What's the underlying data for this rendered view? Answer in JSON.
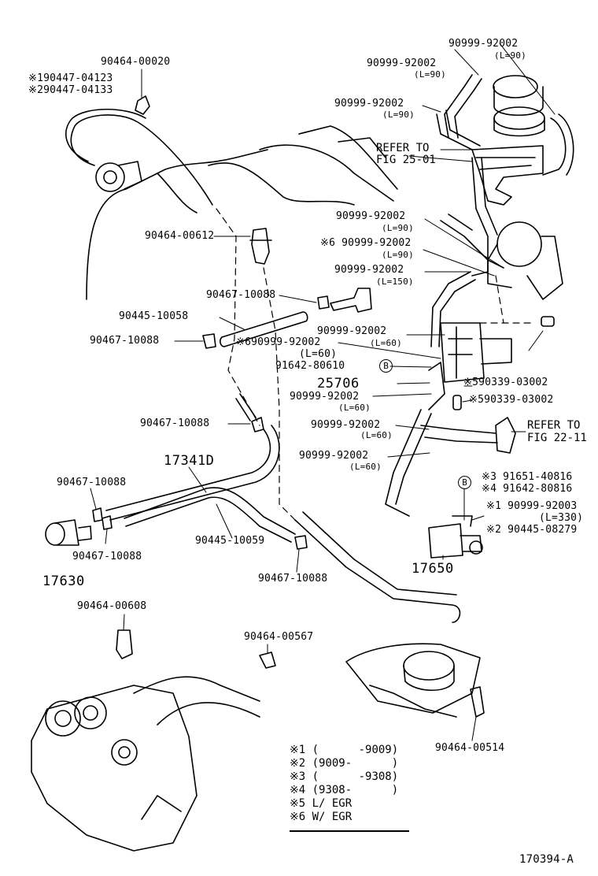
{
  "labels": {
    "p_90464_00020": "90464-00020",
    "p_s1_90447_04123": "※190447-04123",
    "p_s2_90447_04133": "※290447-04133",
    "p_90464_00612": "90464-00612",
    "p_90467_10088_a": "90467-10088",
    "p_90445_10058": "90445-10058",
    "p_90467_10088_b": "90467-10088",
    "p_s6_90999_92002_a": "※690999-92002",
    "p_l60_a": "(L=60)",
    "p_90467_10088_c": "90467-10088",
    "p_17341D": "17341D",
    "p_90467_10088_d": "90467-10088",
    "p_90467_10088_e": "90467-10088",
    "p_90445_10059": "90445-10059",
    "p_17630": "17630",
    "p_90467_10088_f": "90467-10088",
    "p_90464_00608": "90464-00608",
    "p_90464_00567": "90464-00567",
    "p_90464_00514": "90464-00514",
    "p_90999_92002_top": "90999-92002",
    "p_l90_top": "(L=90)",
    "p_90999_92002_2": "90999-92002",
    "p_l90_2": "(L=90)",
    "p_90999_92002_3": "90999-92002",
    "p_l90_3": "(L=90)",
    "refer_25_a": "REFER TO",
    "refer_25_b": "FIG 25-01",
    "p_90999_92002_4": "90999-92002",
    "p_l90_4": "(L=90)",
    "p_s6_90999_92002_b": "※6 90999-92002",
    "p_l90_5": "(L=90)",
    "p_90999_92002_5": "90999-92002",
    "p_l150": "(L=150)",
    "p_90999_92002_6": "90999-92002",
    "p_l60_6": "(L=60)",
    "p_91642_80610": "91642-80610",
    "circ_b1": "B",
    "p_25706": "25706",
    "p_s5_90339_03002_a": "※590339-03002",
    "p_90999_92002_7": "90999-92002",
    "p_l60_7": "(L=60)",
    "p_s5_90339_03002_b": "※590339-03002",
    "p_90999_92002_8": "90999-92002",
    "p_l60_8": "(L=60)",
    "refer_22_a": "REFER TO",
    "refer_22_b": "FIG 22-11",
    "p_90999_92002_9": "90999-92002",
    "p_l60_9": "(L=60)",
    "circ_b2": "B",
    "p_s3_91651_40816": "※3 91651-40816",
    "p_s4_91642_80816": "※4 91642-80816",
    "p_s1_90999_92003": "※1 90999-92003",
    "p_l330": "(L=330)",
    "p_s2_90445_08279": "※2 90445-08279",
    "p_17650": "17650",
    "figure_id": "170394-A"
  },
  "legend": {
    "row1": "※1 (      -9009)",
    "row2": "※2 (9009-      )",
    "row3": "※3 (      -9308)",
    "row4": "※4 (9308-      )",
    "row5": "※5 L/ EGR",
    "row6": "※6 W/ EGR"
  }
}
